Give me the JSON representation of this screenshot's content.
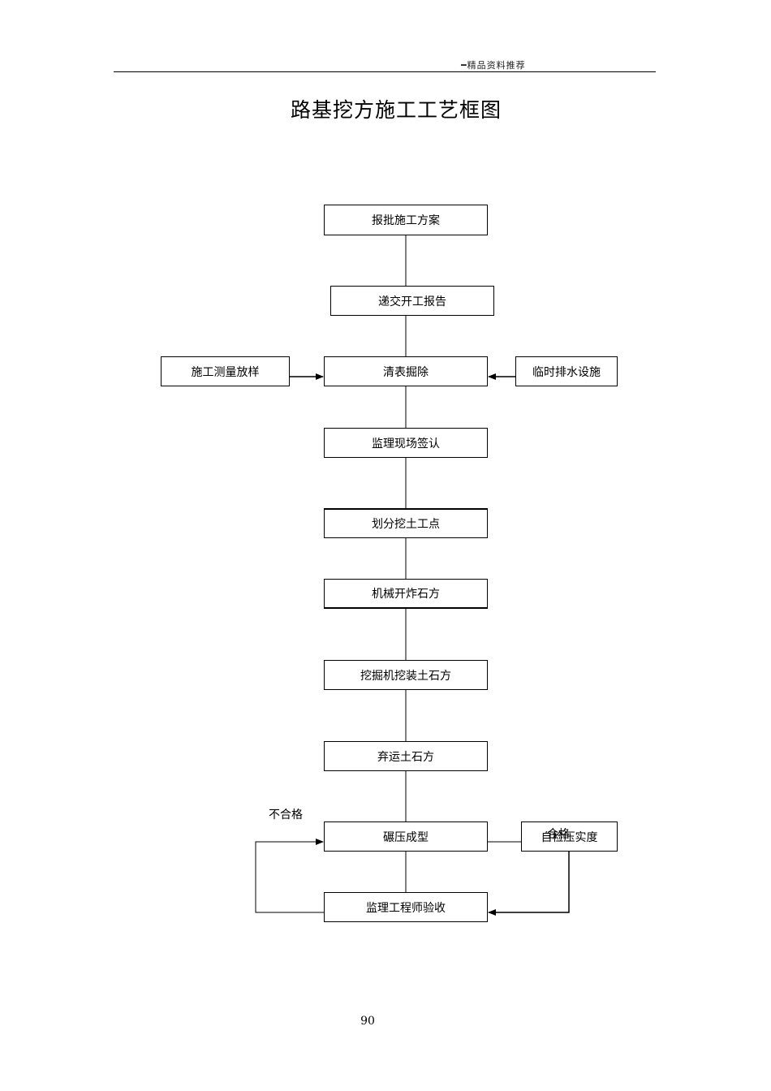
{
  "header": {
    "mark": "━精品资料推荐"
  },
  "title": "路基挖方施工工艺框图",
  "nodes": {
    "approve_plan": "报批施工方案",
    "submit_report": "递交开工报告",
    "survey": "施工测量放样",
    "clear_surface": "清表掘除",
    "drainage": "临时排水设施",
    "supervisor_signoff": "监理现场签认",
    "divide_points": "划分挖土工点",
    "blasting": "机械开炸石方",
    "excavator_loading": "挖掘机挖装土石方",
    "haul": "弃运土石方",
    "compaction": "碾压成型",
    "self_check": "自检压实度",
    "engineer_acceptance": "监理工程师验收"
  },
  "labels": {
    "fail": "不合格",
    "pass": "合格"
  },
  "page_number": "90"
}
